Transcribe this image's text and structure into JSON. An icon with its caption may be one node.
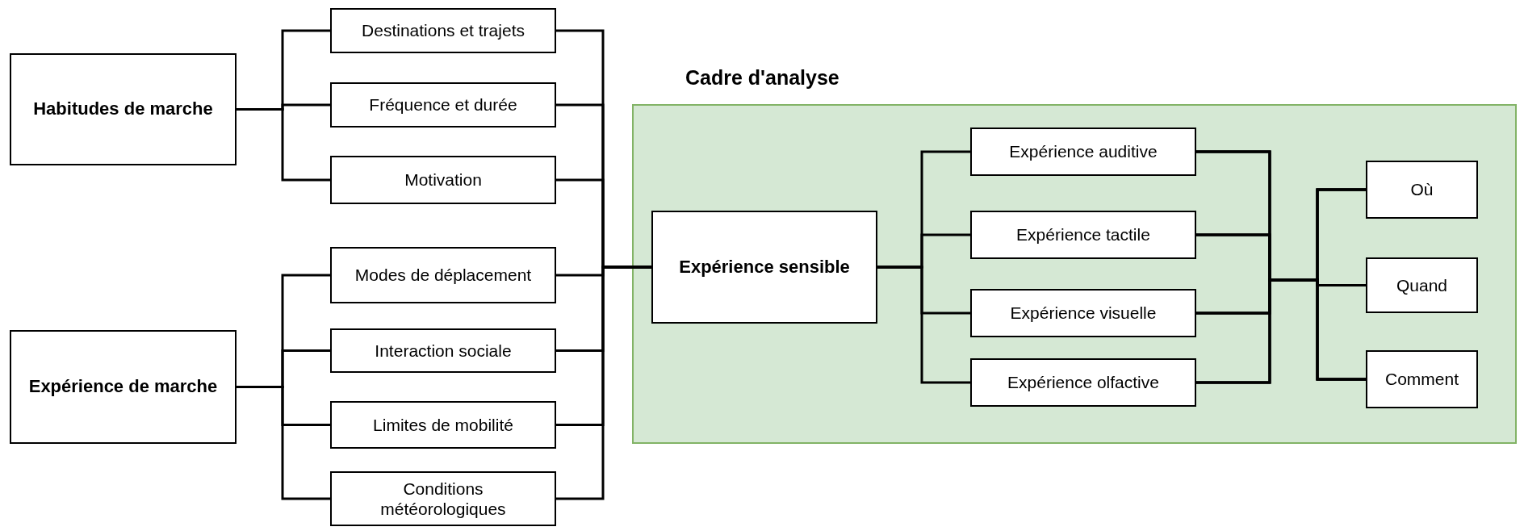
{
  "diagram": {
    "nodes": [
      {
        "text": [
          "Habitudes de marche"
        ]
      },
      {
        "text": [
          "Destinations et trajets"
        ]
      },
      {
        "text": [
          "Fréquence et durée"
        ]
      },
      {
        "text": [
          "Motivation"
        ]
      },
      {
        "text": [
          "Expérience de marche"
        ]
      },
      {
        "text": [
          "Modes de déplacement"
        ]
      },
      {
        "text": [
          "Interaction sociale"
        ]
      },
      {
        "text": [
          "Limites de mobilité"
        ]
      },
      {
        "text": [
          "Conditions météorologiques"
        ]
      },
      {
        "text": [
          "Cadre d'analyse"
        ]
      },
      {
        "text": [
          "Expérience sensible"
        ],
        "in": 9
      },
      {
        "text": [
          "Expérience auditive"
        ],
        "in": 9
      },
      {
        "text": [
          "Expérience tactile"
        ],
        "in": 9
      },
      {
        "text": [
          "Expérience visuelle"
        ],
        "in": 9
      },
      {
        "text": [
          "Expérience olfactive"
        ],
        "in": 9
      },
      {
        "text": [
          "Où"
        ],
        "in": 9
      },
      {
        "text": [
          "Quand"
        ],
        "in": 9
      },
      {
        "text": [
          "Comment"
        ],
        "in": 9
      }
    ],
    "edges": [
      {
        "from": 0,
        "to": 1,
        "arrow": "none"
      },
      {
        "from": 0,
        "to": 2,
        "arrow": "none"
      },
      {
        "from": 0,
        "to": 3,
        "arrow": "none"
      },
      {
        "from": 4,
        "to": 5,
        "arrow": "none"
      },
      {
        "from": 4,
        "to": 6,
        "arrow": "none"
      },
      {
        "from": 4,
        "to": 7,
        "arrow": "none"
      },
      {
        "from": 4,
        "to": 8,
        "arrow": "none"
      },
      {
        "from": 1,
        "to": 10,
        "arrow": "none"
      },
      {
        "from": 2,
        "to": 10,
        "arrow": "none"
      },
      {
        "from": 3,
        "to": 10,
        "arrow": "none"
      },
      {
        "from": 5,
        "to": 10,
        "arrow": "none"
      },
      {
        "from": 6,
        "to": 10,
        "arrow": "none"
      },
      {
        "from": 7,
        "to": 10,
        "arrow": "none"
      },
      {
        "from": 8,
        "to": 10,
        "arrow": "none"
      },
      {
        "from": 10,
        "to": 11,
        "arrow": "none"
      },
      {
        "from": 10,
        "to": 12,
        "arrow": "none"
      },
      {
        "from": 10,
        "to": 13,
        "arrow": "none"
      },
      {
        "from": 10,
        "to": 14,
        "arrow": "none"
      },
      {
        "from": 11,
        "to": 15,
        "arrow": "none"
      },
      {
        "from": 11,
        "to": 16,
        "arrow": "none"
      },
      {
        "from": 11,
        "to": 17,
        "arrow": "none"
      },
      {
        "from": 12,
        "to": 15,
        "arrow": "none"
      },
      {
        "from": 12,
        "to": 16,
        "arrow": "none"
      },
      {
        "from": 12,
        "to": 17,
        "arrow": "none"
      },
      {
        "from": 13,
        "to": 15,
        "arrow": "none"
      },
      {
        "from": 13,
        "to": 16,
        "arrow": "none"
      },
      {
        "from": 13,
        "to": 17,
        "arrow": "none"
      },
      {
        "from": 14,
        "to": 15,
        "arrow": "none"
      },
      {
        "from": 14,
        "to": 16,
        "arrow": "none"
      },
      {
        "from": 14,
        "to": 17,
        "arrow": "none"
      }
    ]
  }
}
